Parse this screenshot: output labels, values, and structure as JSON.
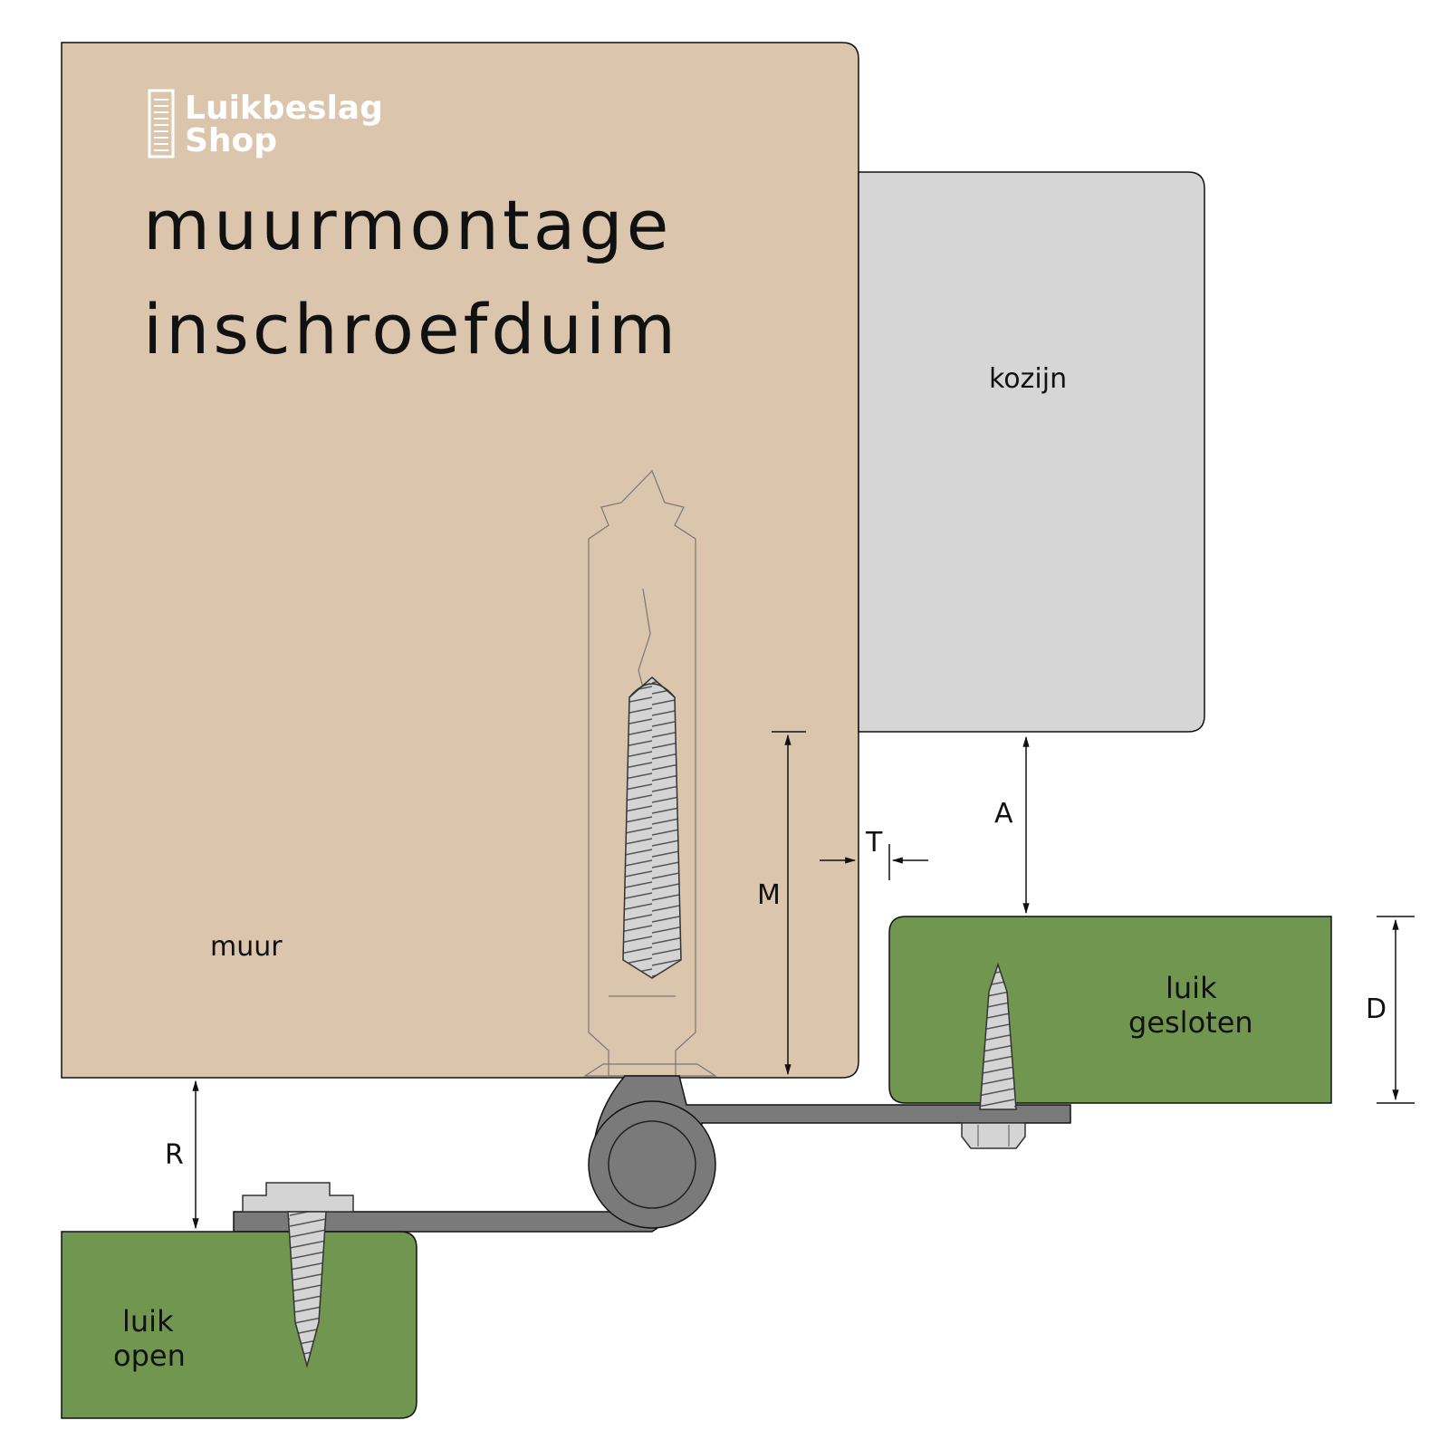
{
  "logo": {
    "line1": "Luikbeslag",
    "line2": "Shop"
  },
  "title": {
    "line1": "muurmontage",
    "line2": "inschroefduim"
  },
  "labels": {
    "wall": "muur",
    "frame": "kozijn",
    "shutter_closed_line1": "luik",
    "shutter_closed_line2": "gesloten",
    "shutter_open_line1": "luik",
    "shutter_open_line2": "open"
  },
  "dimensions": {
    "M": "M",
    "T": "T",
    "A": "A",
    "D": "D",
    "R": "R"
  },
  "colors": {
    "wall": "#dcc5ad",
    "frame": "#d6d6d6",
    "shutter": "#719650",
    "hinge": "#7a7a7a",
    "screw": "#d4d4d4",
    "outline": "#111111"
  }
}
